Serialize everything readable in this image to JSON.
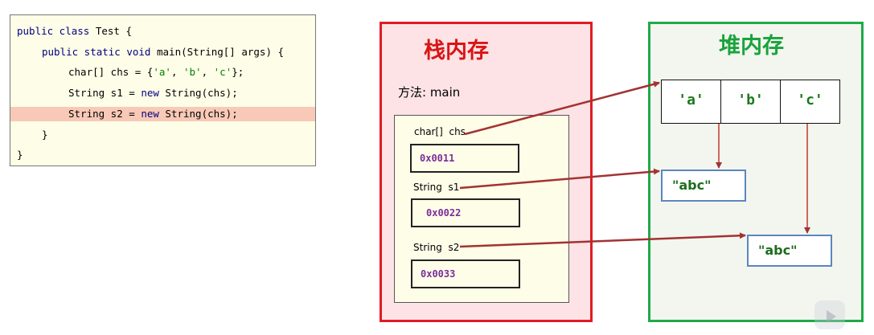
{
  "code": {
    "line1": {
      "kw": "public class",
      "rest": " Test {"
    },
    "line2": {
      "kw": "public static void",
      "rest": " main(String[] args) {"
    },
    "line3": {
      "pre": "char[] chs = {",
      "s1": "'a'",
      "sep1": ", ",
      "s2": "'b'",
      "sep2": ", ",
      "s3": "'c'",
      "post": "};"
    },
    "line4": {
      "pre": "String s1 = ",
      "kw": "new",
      "post": " String(chs);"
    },
    "line5": {
      "pre": "String s2 = ",
      "kw": "new",
      "post": " String(chs);"
    },
    "line6": "}",
    "line7": "}"
  },
  "stack": {
    "title": "栈内存",
    "method": "方法: main",
    "vars": [
      {
        "label": "char[]  chs",
        "address": "0x0011"
      },
      {
        "label": "String  s1",
        "address": "0x0022"
      },
      {
        "label": "String  s2",
        "address": "0x0033"
      }
    ]
  },
  "heap": {
    "title": "堆内存",
    "array": [
      "'a'",
      "'b'",
      "'c'"
    ],
    "strings": [
      "\"abc\"",
      "\"abc\""
    ]
  },
  "colors": {
    "stack_border": "#e01b24",
    "stack_title": "#d91515",
    "heap_border": "#1faa4a",
    "heap_title": "#1aa33c",
    "arrow": "#a33232",
    "highlight": "#f9c9b7"
  },
  "icons": {
    "watermark": "play-icon"
  }
}
